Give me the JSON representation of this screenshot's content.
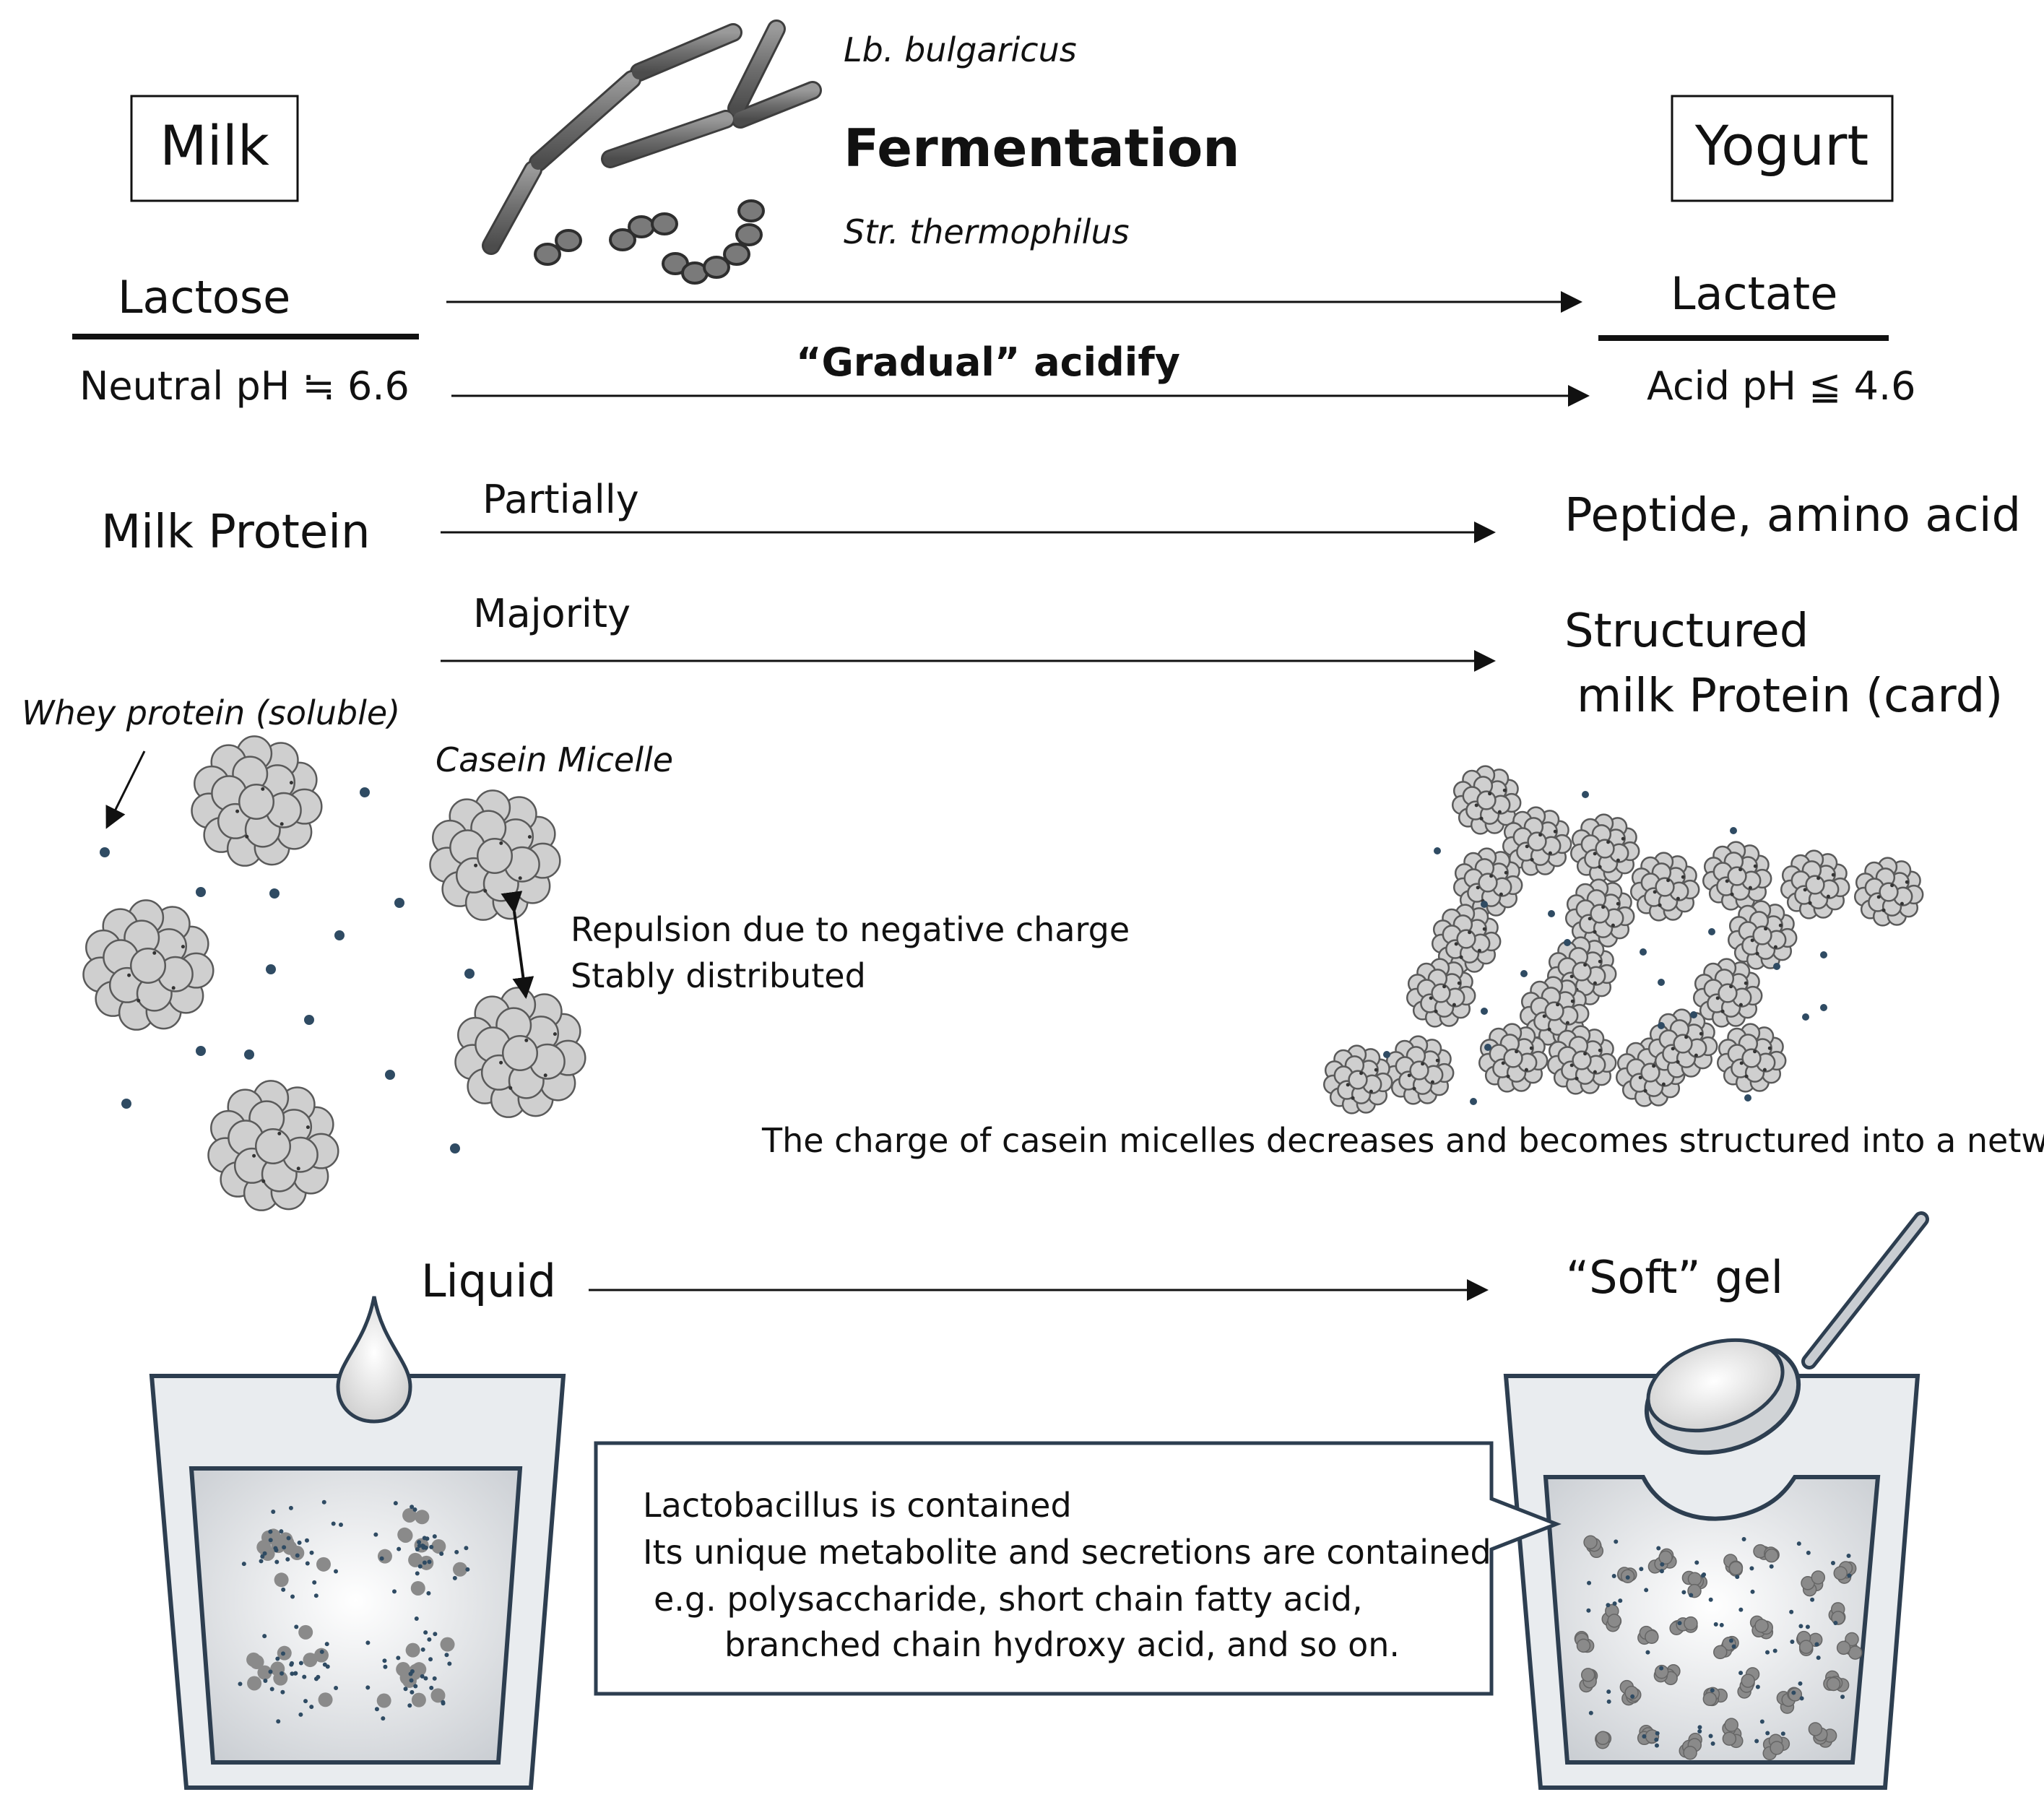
{
  "labels": {
    "milk": "Milk",
    "yogurt": "Yogurt",
    "fermentation": "Fermentation",
    "lb_bulgaricus": "Lb. bulgaricus",
    "str_thermophilus": "Str. thermophilus",
    "lactose": "Lactose",
    "lactate": "Lactate",
    "neutral_ph": "Neutral pH ≒ 6.6",
    "gradual_acidify": "“Gradual” acidify",
    "acid_ph": "Acid pH ≦ 4.6",
    "milk_protein": "Milk Protein",
    "partially": "Partially",
    "peptide": "Peptide, amino acid",
    "majority": "Majority",
    "structured_line1": "Structured",
    "structured_line2": "milk Protein (card)",
    "whey_protein": "Whey protein (soluble)",
    "casein_micelle": "Casein Micelle",
    "repulsion_line1": "Repulsion due to negative charge",
    "repulsion_line2": "Stably distributed",
    "network_caption": "The charge of casein micelles decreases and becomes structured into a network",
    "liquid": "Liquid",
    "soft_gel": "“Soft” gel"
  },
  "callout": {
    "line1": "Lactobacillus is contained",
    "line2": "Its unique metabolite and secretions are contained",
    "line3": "e.g. polysaccharide, short chain fatty acid,",
    "line4": "branched chain hydroxy acid, and so on."
  },
  "colors": {
    "micelle_fill": "#cfcfcf",
    "micelle_stroke": "#5a5a5a",
    "dot": "#2f4b63",
    "cup_stroke": "#2d3e50",
    "cup_fill": "#e8ebee",
    "bacteria": "#707070"
  },
  "icons": [
    "bacteria-rods-icon",
    "bacteria-cocci-icon",
    "droplet-icon",
    "spoon-icon"
  ]
}
